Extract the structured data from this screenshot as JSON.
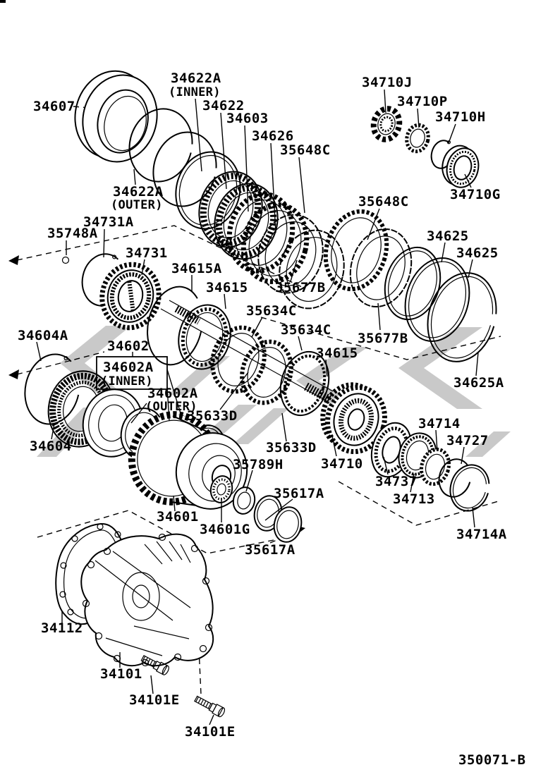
{
  "page": {
    "type": "exploded-parts-diagram",
    "drawing_number": "350071-B",
    "background": "#ffffff",
    "line_color": "#000000",
    "watermark_color": "#c9c9c9"
  },
  "labels": [
    {
      "id": "34607",
      "text": "34607"
    },
    {
      "id": "34622A-1a",
      "text": "34622A"
    },
    {
      "id": "34622A-1b",
      "text": "(INNER)"
    },
    {
      "id": "34622",
      "text": "34622"
    },
    {
      "id": "34603",
      "text": "34603"
    },
    {
      "id": "34626",
      "text": "34626"
    },
    {
      "id": "35648C-1",
      "text": "35648C"
    },
    {
      "id": "34710J",
      "text": "34710J"
    },
    {
      "id": "34710P",
      "text": "34710P"
    },
    {
      "id": "34710H",
      "text": "34710H"
    },
    {
      "id": "34710G",
      "text": "34710G"
    },
    {
      "id": "35648C-2",
      "text": "35648C"
    },
    {
      "id": "34622A-2a",
      "text": "34622A"
    },
    {
      "id": "34622A-2b",
      "text": "(OUTER)"
    },
    {
      "id": "35748A",
      "text": "35748A"
    },
    {
      "id": "34731A",
      "text": "34731A"
    },
    {
      "id": "34731",
      "text": "34731"
    },
    {
      "id": "34615A",
      "text": "34615A"
    },
    {
      "id": "34615-1",
      "text": "34615"
    },
    {
      "id": "34625-1",
      "text": "34625"
    },
    {
      "id": "34625-2",
      "text": "34625"
    },
    {
      "id": "35677B-1",
      "text": "35677B"
    },
    {
      "id": "35634C-1",
      "text": "35634C"
    },
    {
      "id": "35634C-2",
      "text": "35634C"
    },
    {
      "id": "34615-2",
      "text": "34615"
    },
    {
      "id": "35677B-2",
      "text": "35677B"
    },
    {
      "id": "34625A",
      "text": "34625A"
    },
    {
      "id": "34604A",
      "text": "34604A"
    },
    {
      "id": "34602",
      "text": "34602"
    },
    {
      "id": "34602A-1a",
      "text": "34602A"
    },
    {
      "id": "34602A-1b",
      "text": "(INNER)"
    },
    {
      "id": "34602A-2a",
      "text": "34602A"
    },
    {
      "id": "34602A-2b",
      "text": "(OUTER)"
    },
    {
      "id": "34604",
      "text": "34604"
    },
    {
      "id": "35633D-1",
      "text": "35633D"
    },
    {
      "id": "35633D-2",
      "text": "35633D"
    },
    {
      "id": "34710",
      "text": "34710"
    },
    {
      "id": "35789H",
      "text": "35789H"
    },
    {
      "id": "34737",
      "text": "34737"
    },
    {
      "id": "34713",
      "text": "34713"
    },
    {
      "id": "34714",
      "text": "34714"
    },
    {
      "id": "34727",
      "text": "34727"
    },
    {
      "id": "34714A",
      "text": "34714A"
    },
    {
      "id": "34601",
      "text": "34601"
    },
    {
      "id": "34601G",
      "text": "34601G"
    },
    {
      "id": "35617A-1",
      "text": "35617A"
    },
    {
      "id": "35617A-2",
      "text": "35617A"
    },
    {
      "id": "34112",
      "text": "34112"
    },
    {
      "id": "34101",
      "text": "34101"
    },
    {
      "id": "34101E-1",
      "text": "34101E"
    },
    {
      "id": "34101E-2",
      "text": "34101E"
    },
    {
      "id": "350071-B",
      "text": "350071-B"
    }
  ]
}
